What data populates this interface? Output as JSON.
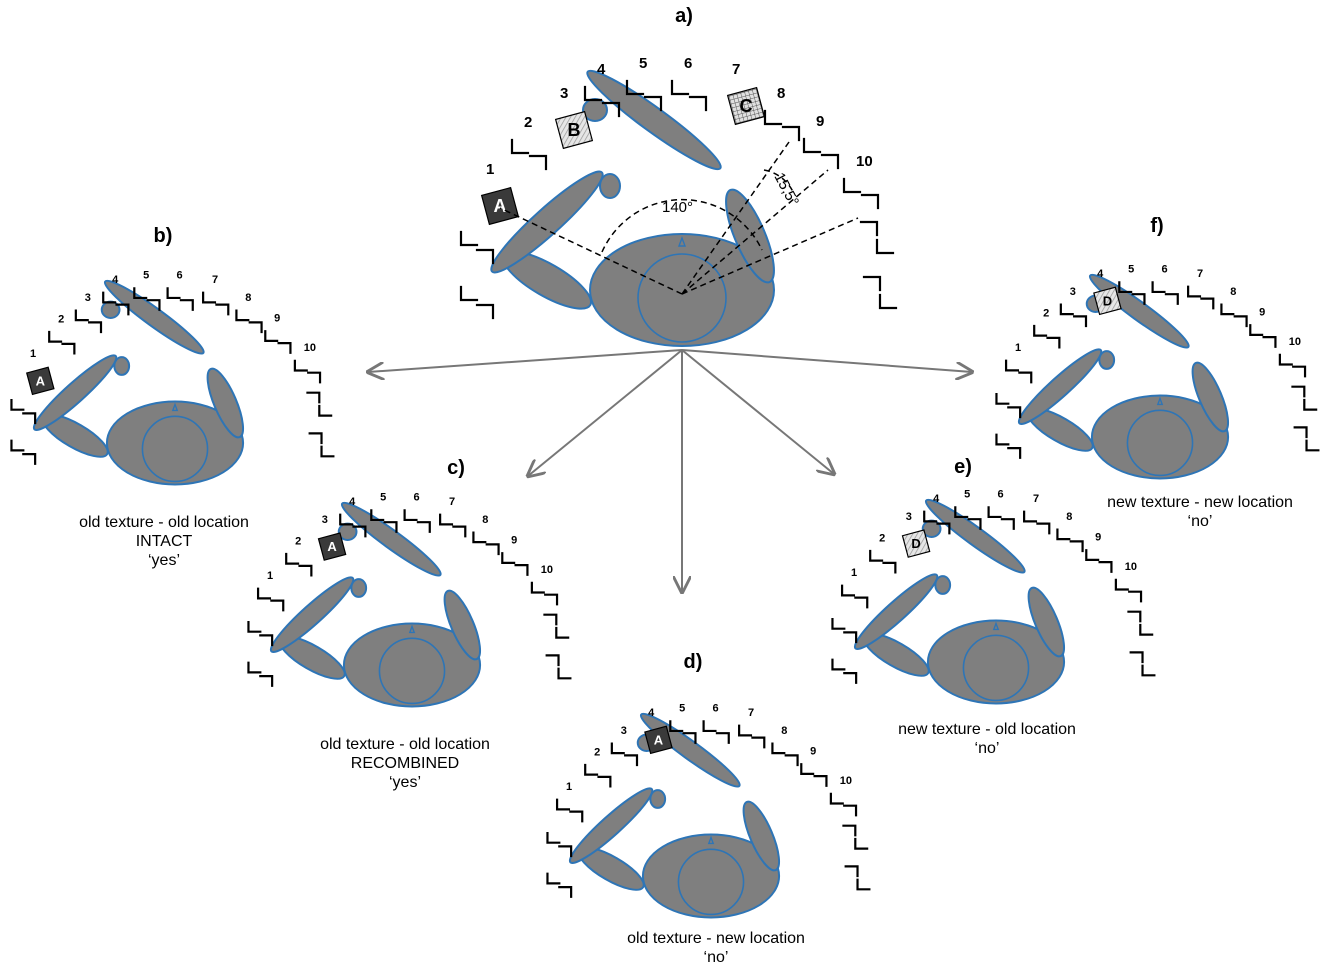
{
  "panels": [
    {
      "id": "a",
      "label": "a)",
      "caption": [],
      "objects": [
        {
          "position": 1,
          "letter": "A",
          "texture": "dark"
        },
        {
          "position": 3,
          "letter": "B",
          "texture": "hatched"
        },
        {
          "position": 7,
          "letter": "C",
          "texture": "grid"
        }
      ],
      "angles": [
        "140°",
        "15,5°"
      ]
    },
    {
      "id": "b",
      "label": "b)",
      "caption": [
        "old texture - old location",
        "INTACT",
        "‘yes’"
      ],
      "objects": [
        {
          "position": 1,
          "letter": "A",
          "texture": "dark"
        }
      ]
    },
    {
      "id": "c",
      "label": "c)",
      "caption": [
        "old texture - old location",
        "RECOMBINED",
        "‘yes’"
      ],
      "objects": [
        {
          "position": 3,
          "letter": "A",
          "texture": "dark"
        }
      ]
    },
    {
      "id": "d",
      "label": "d)",
      "caption": [
        "old texture - new location",
        "‘no’"
      ],
      "objects": [
        {
          "position": 4,
          "letter": "A",
          "texture": "dark"
        }
      ]
    },
    {
      "id": "e",
      "label": "e)",
      "caption": [
        "new texture - old location",
        "‘no’"
      ],
      "objects": [
        {
          "position": 3,
          "letter": "D",
          "texture": "light"
        }
      ]
    },
    {
      "id": "f",
      "label": "f)",
      "caption": [
        "new texture - new location",
        "‘no’"
      ],
      "objects": [
        {
          "position": 4,
          "letter": "D",
          "texture": "light"
        }
      ]
    }
  ],
  "position_numbers": [
    "1",
    "2",
    "3",
    "4",
    "5",
    "6",
    "7",
    "8",
    "9",
    "10"
  ],
  "colors": {
    "body": "#7f7f7f",
    "outline": "#2e75b6",
    "arrow": "#777777",
    "dark_texture": "#3a3a3a"
  }
}
